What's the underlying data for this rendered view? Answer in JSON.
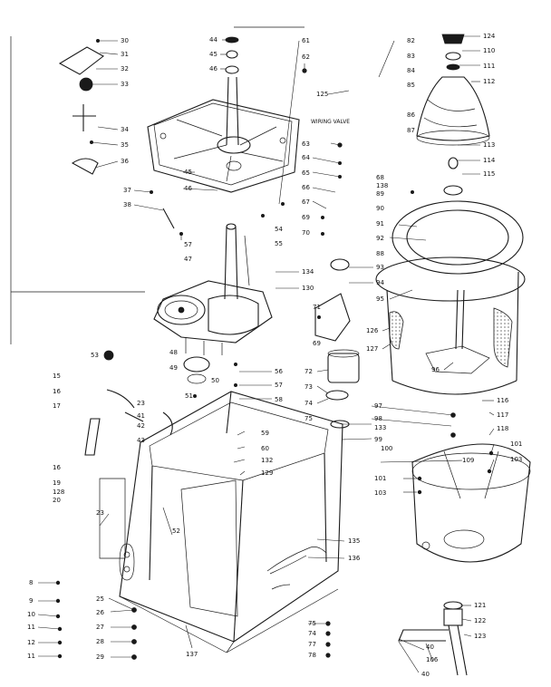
{
  "diagram": {
    "note_label": "WIRING VALVE",
    "callouts": [
      {
        "id": "c30",
        "text": "30"
      },
      {
        "id": "c31",
        "text": "31"
      },
      {
        "id": "c32",
        "text": "32"
      },
      {
        "id": "c33",
        "text": "33"
      },
      {
        "id": "c34",
        "text": "34"
      },
      {
        "id": "c35",
        "text": "35"
      },
      {
        "id": "c36",
        "text": "36"
      },
      {
        "id": "c37",
        "text": "37"
      },
      {
        "id": "c38",
        "text": "38"
      },
      {
        "id": "c57a",
        "text": "57"
      },
      {
        "id": "c44",
        "text": "44"
      },
      {
        "id": "c45",
        "text": "45"
      },
      {
        "id": "c46a",
        "text": "46"
      },
      {
        "id": "c45b",
        "text": "45"
      },
      {
        "id": "c46b",
        "text": "46"
      },
      {
        "id": "c61",
        "text": "61"
      },
      {
        "id": "c62",
        "text": "62"
      },
      {
        "id": "c125",
        "text": "125"
      },
      {
        "id": "c82",
        "text": "82"
      },
      {
        "id": "c83",
        "text": "83"
      },
      {
        "id": "c84",
        "text": "84"
      },
      {
        "id": "c85",
        "text": "85"
      },
      {
        "id": "c86",
        "text": "86"
      },
      {
        "id": "c87",
        "text": "87"
      },
      {
        "id": "c63",
        "text": "63"
      },
      {
        "id": "c64",
        "text": "64"
      },
      {
        "id": "c65",
        "text": "65"
      },
      {
        "id": "c66",
        "text": "66"
      },
      {
        "id": "c67",
        "text": "67"
      },
      {
        "id": "c54",
        "text": "54"
      },
      {
        "id": "c55",
        "text": "55"
      },
      {
        "id": "c68",
        "text": "68"
      },
      {
        "id": "c138",
        "text": "138"
      },
      {
        "id": "c89",
        "text": "89"
      },
      {
        "id": "c90",
        "text": "90"
      },
      {
        "id": "c91",
        "text": "91"
      },
      {
        "id": "c92",
        "text": "92"
      },
      {
        "id": "c88",
        "text": "88"
      },
      {
        "id": "c69",
        "text": "69"
      },
      {
        "id": "c70",
        "text": "70"
      },
      {
        "id": "c124",
        "text": "124"
      },
      {
        "id": "c110",
        "text": "110"
      },
      {
        "id": "c111",
        "text": "111"
      },
      {
        "id": "c112",
        "text": "112"
      },
      {
        "id": "c113",
        "text": "113"
      },
      {
        "id": "c114",
        "text": "114"
      },
      {
        "id": "c115",
        "text": "115"
      },
      {
        "id": "c47",
        "text": "47"
      },
      {
        "id": "c134",
        "text": "134"
      },
      {
        "id": "c130",
        "text": "130"
      },
      {
        "id": "c93",
        "text": "93"
      },
      {
        "id": "c94",
        "text": "94"
      },
      {
        "id": "c95",
        "text": "95"
      },
      {
        "id": "c71",
        "text": "71"
      },
      {
        "id": "c69b",
        "text": "69"
      },
      {
        "id": "c126",
        "text": "126"
      },
      {
        "id": "c127",
        "text": "127"
      },
      {
        "id": "c96",
        "text": "96"
      },
      {
        "id": "c53",
        "text": "53"
      },
      {
        "id": "c48",
        "text": "48"
      },
      {
        "id": "c49",
        "text": "49"
      },
      {
        "id": "c50",
        "text": "50"
      },
      {
        "id": "c51",
        "text": "51"
      },
      {
        "id": "c56",
        "text": "56"
      },
      {
        "id": "c57b",
        "text": "57"
      },
      {
        "id": "c58",
        "text": "58"
      },
      {
        "id": "c72",
        "text": "72"
      },
      {
        "id": "c73",
        "text": "73"
      },
      {
        "id": "c74",
        "text": "74"
      },
      {
        "id": "c75a",
        "text": "75"
      },
      {
        "id": "c97",
        "text": "97"
      },
      {
        "id": "c98",
        "text": "98"
      },
      {
        "id": "c133",
        "text": "133"
      },
      {
        "id": "c99",
        "text": "99"
      },
      {
        "id": "c116",
        "text": "116"
      },
      {
        "id": "c117",
        "text": "117"
      },
      {
        "id": "c118",
        "text": "118"
      },
      {
        "id": "c15",
        "text": "15"
      },
      {
        "id": "c16a",
        "text": "16"
      },
      {
        "id": "c17",
        "text": "17"
      },
      {
        "id": "c23a",
        "text": "23"
      },
      {
        "id": "c42",
        "text": "42"
      },
      {
        "id": "c41",
        "text": "41"
      },
      {
        "id": "c43",
        "text": "43"
      },
      {
        "id": "c16b",
        "text": "16"
      },
      {
        "id": "c19",
        "text": "19"
      },
      {
        "id": "c128",
        "text": "128"
      },
      {
        "id": "c20",
        "text": "20"
      },
      {
        "id": "c59",
        "text": "59"
      },
      {
        "id": "c60",
        "text": "60"
      },
      {
        "id": "c132",
        "text": "132"
      },
      {
        "id": "c129",
        "text": "129"
      },
      {
        "id": "c100",
        "text": "100"
      },
      {
        "id": "c101a",
        "text": "101"
      },
      {
        "id": "c103a",
        "text": "103"
      },
      {
        "id": "c109",
        "text": "109"
      },
      {
        "id": "c101b",
        "text": "101"
      },
      {
        "id": "c103b",
        "text": "103"
      },
      {
        "id": "c52",
        "text": "52"
      },
      {
        "id": "c23b",
        "text": "23"
      },
      {
        "id": "c135",
        "text": "135"
      },
      {
        "id": "c136",
        "text": "136"
      },
      {
        "id": "c8",
        "text": "8"
      },
      {
        "id": "c9",
        "text": "9"
      },
      {
        "id": "c10",
        "text": "10"
      },
      {
        "id": "c11a",
        "text": "11"
      },
      {
        "id": "c12",
        "text": "12"
      },
      {
        "id": "c11b",
        "text": "11"
      },
      {
        "id": "c25",
        "text": "25"
      },
      {
        "id": "c26",
        "text": "26"
      },
      {
        "id": "c27",
        "text": "27"
      },
      {
        "id": "c28",
        "text": "28"
      },
      {
        "id": "c29",
        "text": "29"
      },
      {
        "id": "c137",
        "text": "137"
      },
      {
        "id": "c75b",
        "text": "75"
      },
      {
        "id": "c74b",
        "text": "74"
      },
      {
        "id": "c77",
        "text": "77"
      },
      {
        "id": "c78",
        "text": "78"
      },
      {
        "id": "c121",
        "text": "121"
      },
      {
        "id": "c122",
        "text": "122"
      },
      {
        "id": "c123",
        "text": "123"
      },
      {
        "id": "c40a",
        "text": "40"
      },
      {
        "id": "c106",
        "text": "106"
      },
      {
        "id": "c40b",
        "text": "40"
      }
    ]
  }
}
